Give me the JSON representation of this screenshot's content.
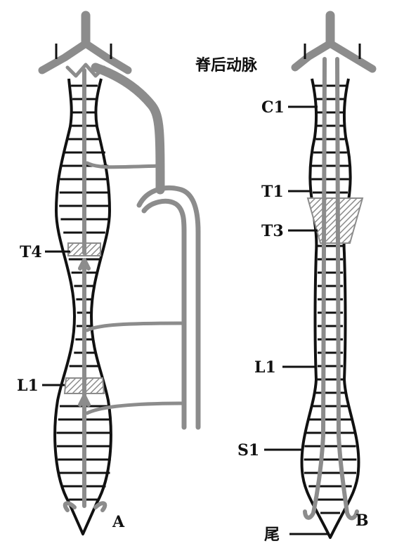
{
  "labels": {
    "posterior_artery": "脊后动脉",
    "panel_a": "A",
    "panel_b": "B",
    "a_t4": "T4",
    "a_l1": "L1",
    "b_c1": "C1",
    "b_t1": "T1",
    "b_t3": "T3",
    "b_l1": "L1",
    "b_s1": "S1",
    "b_tail": "尾"
  },
  "colors": {
    "outline": "#111111",
    "artery": "#8c8c8c",
    "hatch": "#8c8c8c",
    "background": "#ffffff"
  }
}
